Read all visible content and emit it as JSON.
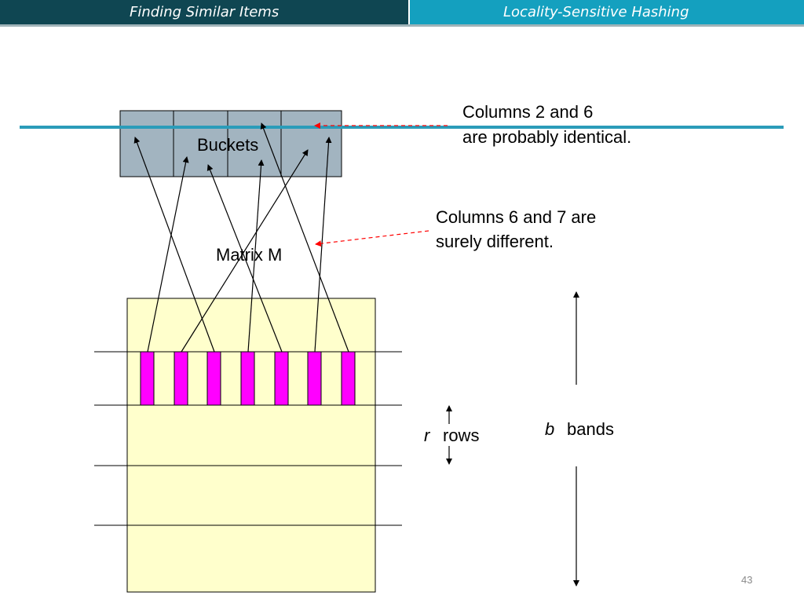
{
  "header": {
    "left_title": "Finding Similar Items",
    "right_title": "Locality-Sensitive Hashing"
  },
  "diagram": {
    "buckets_label": "Buckets",
    "matrix_label": "Matrix M",
    "note_identical_line1": "Columns 2 and 6",
    "note_identical_line2": "are probably identical.",
    "note_different_line1": "Columns 6 and 7 are",
    "note_different_line2": "surely different.",
    "rows_var": "r",
    "rows_word": "rows",
    "bands_var": "b",
    "bands_word": "bands"
  },
  "colors": {
    "header_dark": "#0f4652",
    "header_light": "#14a0bf",
    "bucket_fill": "#a2b4c0",
    "matrix_fill": "#ffffcc",
    "column_fill": "#ff00ff",
    "note_arrow": "#ff0000"
  },
  "page_number": "43"
}
